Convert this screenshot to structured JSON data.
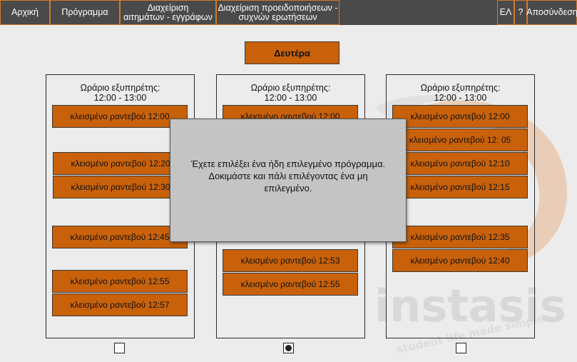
{
  "nav": {
    "home": "Αρχική",
    "schedule": "Πρόγραμμα",
    "requests_line1": "Διαχείριση",
    "requests_line2": "αιτημάτων - εγγράφων",
    "notices_line1": "Διαχείριση προειδοποιήσεων -",
    "notices_line2": "συχνών ερωτήσεων",
    "language": "ΕΛ",
    "help": "?",
    "logout": "Αποσύνδεση"
  },
  "day_button": "Δευτέρα",
  "columns": [
    {
      "header_line1": "Ωράριο εξυπηρέτης:",
      "header_line2": "12:00 - 13:00",
      "slots": [
        "κλεισμένο ραντεβού 12:00",
        "κλεισμένο ραντεβού 12:20",
        "κλεισμένο ραντεβού 12:30",
        "κλεισμένο ραντεβού 12:45",
        "κλεισμένο ραντεβού 12:55",
        "κλεισμένο ραντεβού 12:57"
      ],
      "checked": false
    },
    {
      "header_line1": "Ωράριο εξυπηρέτης:",
      "header_line2": "12:00 - 13:00",
      "slots": [
        "κλεισμένο ραντεβού 12:00",
        "κλεισμένο ραντεβού 12:53",
        "κλεισμένο ραντεβού 12:55"
      ],
      "checked": true
    },
    {
      "header_line1": "Ωράριο εξυπηρέτης:",
      "header_line2": "12:00 - 13:00",
      "slots": [
        "κλεισμένο ραντεβού 12:00",
        "κλεισμένο ραντεβού 12: 05",
        "κλεισμένο ραντεβού 12:10",
        "κλεισμένο ραντεβού 12:15",
        "κλεισμένο ραντεβού 12:35",
        "κλεισμένο ραντεβού 12:40"
      ],
      "checked": false
    }
  ],
  "modal": {
    "line1": "Έχετε επιλέξει ένα ήδη επιλεγμένο πρόγραμμα.",
    "line2": "Δοκιμάστε και πάλι επιλέγοντας ένα μη",
    "line3": "επιλεγμένο."
  },
  "watermark": {
    "brand": "instasis",
    "tagline": "student life made simpler"
  },
  "colors": {
    "accent": "#c8610a",
    "nav_bg": "#4a4a4a",
    "nav_border": "#d07a2a",
    "modal_bg": "#c4c4c4"
  }
}
